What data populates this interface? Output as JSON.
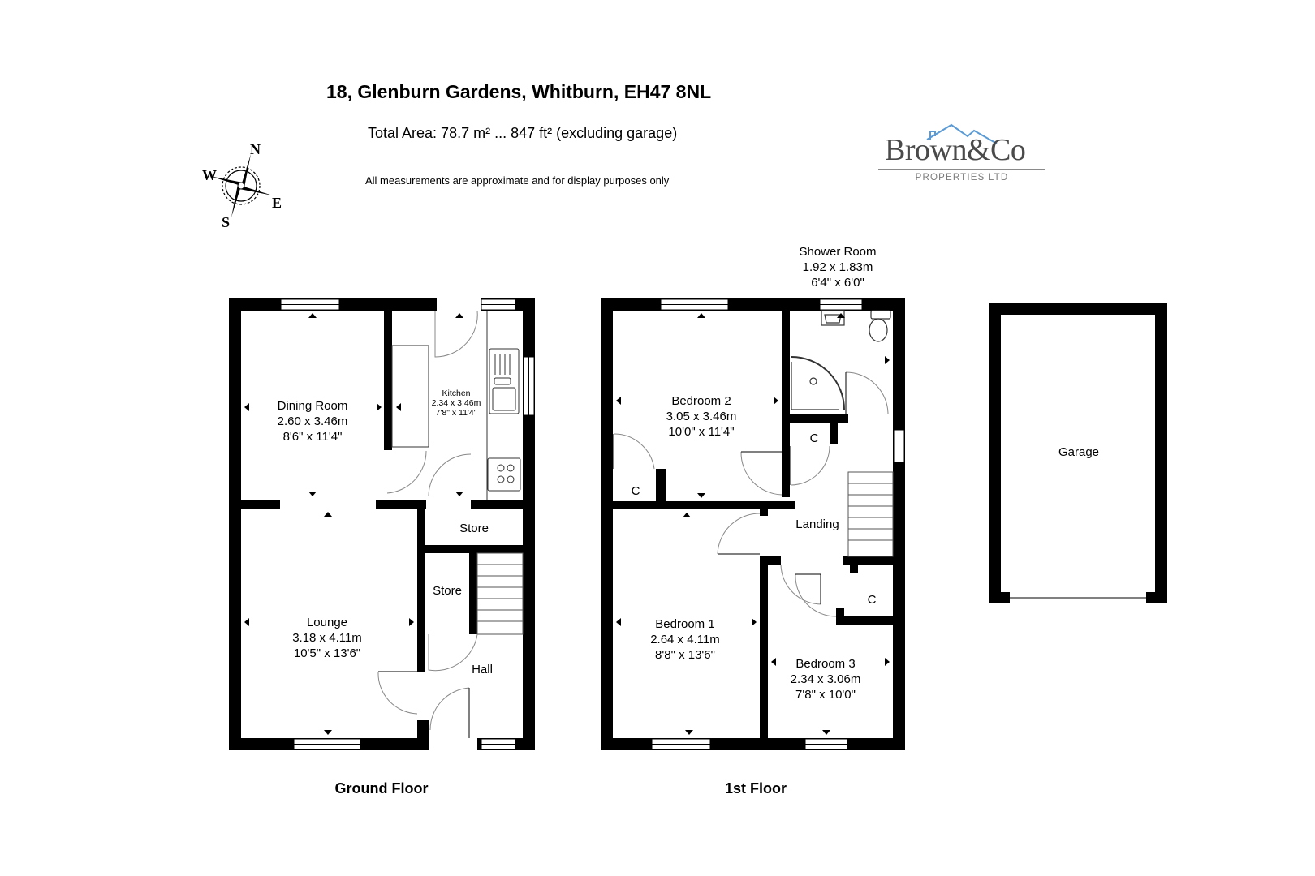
{
  "header": {
    "title": "18, Glenburn Gardens, Whitburn, EH47 8NL",
    "total_area": "Total Area: 78.7 m² ... 847 ft² (excluding garage)",
    "disclaimer": "All measurements are approximate and for display purposes only"
  },
  "logo": {
    "name": "Brown&Co",
    "subtitle": "PROPERTIES LTD",
    "roof_color": "#5b9bd5",
    "text_color": "#4a4a4a"
  },
  "compass": {
    "n": "N",
    "s": "S",
    "e": "E",
    "w": "W"
  },
  "ground_floor": {
    "label": "Ground Floor",
    "rooms": [
      {
        "name": "Dining Room",
        "metric": "2.60 x 3.46m",
        "imperial": "8'6\" x 11'4\""
      },
      {
        "name": "Kitchen",
        "metric": "2.34 x 3.46m",
        "imperial": "7'8\" x 11'4\""
      },
      {
        "name": "Lounge",
        "metric": "3.18 x 4.11m",
        "imperial": "10'5\" x 13'6\""
      },
      {
        "name": "Store"
      },
      {
        "name": "Store"
      },
      {
        "name": "Hall"
      }
    ]
  },
  "first_floor": {
    "label": "1st Floor",
    "rooms": [
      {
        "name": "Bedroom 2",
        "metric": "3.05 x 3.46m",
        "imperial": "10'0\" x 11'4\""
      },
      {
        "name": "Shower Room",
        "metric": "1.92 x 1.83m",
        "imperial": "6'4\" x 6'0\""
      },
      {
        "name": "Bedroom 1",
        "metric": "2.64 x 4.11m",
        "imperial": "8'8\" x 13'6\""
      },
      {
        "name": "Bedroom 3",
        "metric": "2.34 x 3.06m",
        "imperial": "7'8\" x 10'0\""
      },
      {
        "name": "Landing"
      },
      {
        "name": "C"
      },
      {
        "name": "C"
      },
      {
        "name": "C"
      }
    ]
  },
  "garage": {
    "name": "Garage"
  }
}
